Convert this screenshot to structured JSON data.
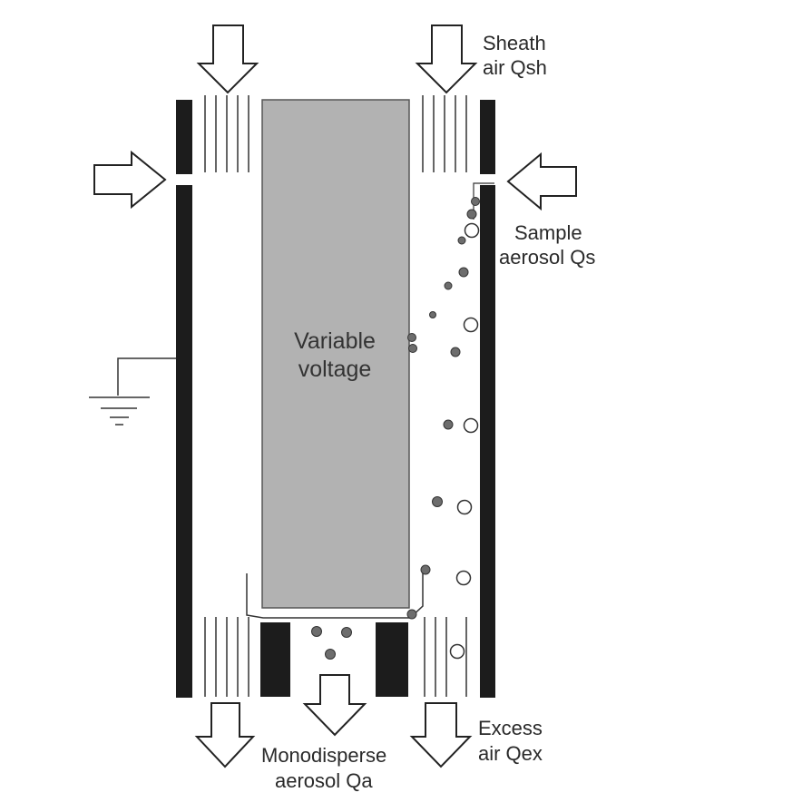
{
  "diagram": {
    "labels": {
      "sheath_air_line1": "Sheath",
      "sheath_air_line2": "air Qsh",
      "sample_aerosol_line1": "Sample",
      "sample_aerosol_line2": "aerosol Qs",
      "variable_voltage_line1": "Variable",
      "variable_voltage_line2": "voltage",
      "excess_air_line1": "Excess",
      "excess_air_line2": "air Qex",
      "monodisperse_line1": "Monodisperse",
      "monodisperse_line2": "aerosol Qa"
    },
    "colors": {
      "wall": "#1c1c1c",
      "rod": "#b2b2b2",
      "rod_border": "#555555",
      "particle_charged": "#6d6d6d",
      "particle_neutral": "#ffffff",
      "ink": "#222222"
    }
  }
}
